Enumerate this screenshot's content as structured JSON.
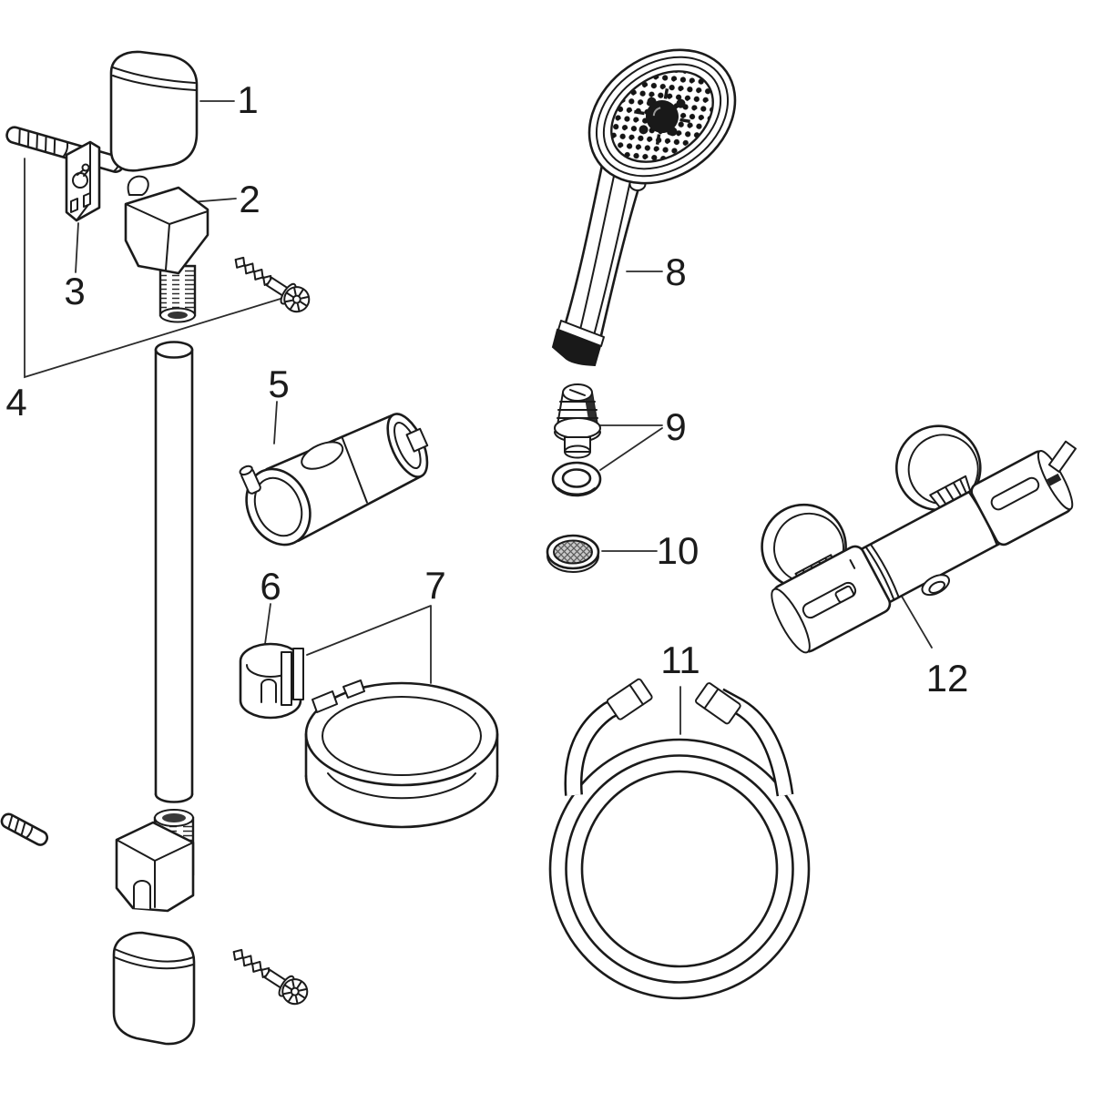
{
  "diagram": {
    "kind": "exploded-parts-diagram",
    "subject": "shower set with wall bar, hand shower, hose and thermostatic mixer",
    "colors": {
      "background": "#ffffff",
      "line": "#1b1b1b",
      "dark_fill": "#191919",
      "mesh_gray": "#c9c9c9",
      "leader_line": "#2b2b2b"
    }
  },
  "parts": [
    {
      "number": "1",
      "name": "wall-bar-end-cap"
    },
    {
      "number": "2",
      "name": "wall-bracket-slide"
    },
    {
      "number": "3",
      "name": "mounting-backplate"
    },
    {
      "number": "4",
      "name": "fixing-set-screws-and-plugs"
    },
    {
      "number": "5",
      "name": "shower-holder-slider"
    },
    {
      "number": "6",
      "name": "guide-clip"
    },
    {
      "number": "7",
      "name": "holder-ring"
    },
    {
      "number": "8",
      "name": "hand-shower"
    },
    {
      "number": "9",
      "name": "flow-regulator-with-seal"
    },
    {
      "number": "10",
      "name": "filter-screen"
    },
    {
      "number": "11",
      "name": "shower-hose"
    },
    {
      "number": "12",
      "name": "thermostatic-mixer"
    }
  ]
}
